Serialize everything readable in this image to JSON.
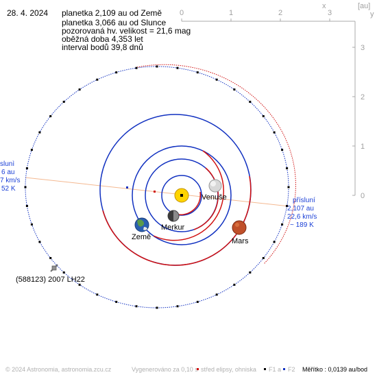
{
  "header": {
    "date": "28. 4. 2024",
    "lines": [
      "planetka 2,109 au od Země",
      "planetka 3,066 au od Slunce",
      "pozorovaná hv. velikost = 21,6 mag",
      "oběžná doba 4,353 let",
      "interval bodů 39,8 dnů"
    ]
  },
  "axes": {
    "unit": "[au]",
    "x_label": "x",
    "y_label": "y",
    "x_ticks": [
      "0",
      "1",
      "2",
      "3"
    ],
    "y_ticks": [
      "3",
      "2",
      "1",
      "0"
    ]
  },
  "planets": {
    "mercury": "Merkur",
    "venus": "Venuše",
    "earth": "Země",
    "mars": "Mars"
  },
  "asteroid": {
    "name": "(588123) 2007 LH22"
  },
  "perihelion": {
    "title": "přísluní",
    "distance": "2,107 au",
    "speed": "22,6 km/s",
    "temp": "~ 189 K"
  },
  "aphelion_partial": {
    "title": "slunì",
    "distance": "6 au",
    "speed": "7 km/s",
    "temp": "52 K"
  },
  "footer": {
    "copyright": "© 2024 Astronomia, astronomia.zcu.cz",
    "generated": "Vygenerováno za 0,10 s",
    "legend_center": "střed elipsy, ohniska",
    "f1": "F1",
    "f1_tail": "a",
    "f2": "F2",
    "scale": "Měřítko : 0,0139 au/bod"
  },
  "colors": {
    "orbit_blue": "#1030c0",
    "orbit_red": "#d01010",
    "apsis_line": "#f4b890",
    "sun": "#ffd400",
    "axis": "#a8a8a8"
  }
}
